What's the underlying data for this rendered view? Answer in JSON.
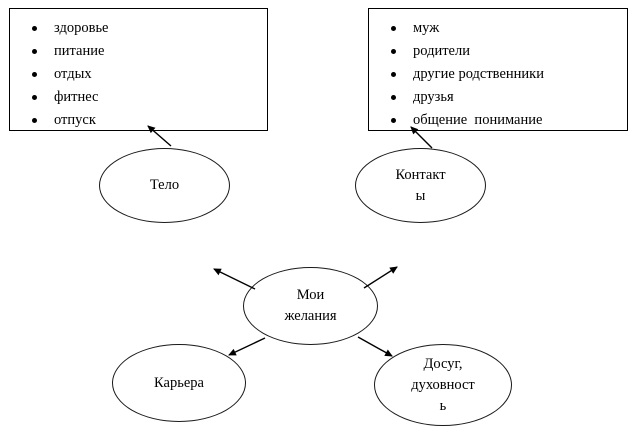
{
  "diagram": {
    "title": "Мои желания",
    "boxes": [
      {
        "name": "body-list",
        "items": [
          "здоровье",
          "питание",
          "отдых",
          "фитнес",
          "отпуск"
        ]
      },
      {
        "name": "social-list",
        "items": [
          "муж",
          "родители",
          "другие родственники",
          "друзья",
          "общение  понимание"
        ]
      }
    ],
    "nodes": {
      "body": {
        "line1": "Тело"
      },
      "contacts": {
        "line1": "Контакт",
        "line2": "ы"
      },
      "wishes": {
        "line1": "Мои",
        "line2": "желания"
      },
      "career": {
        "line1": "Карьера"
      },
      "leisure": {
        "line1": "Досуг,",
        "line2": "духовност",
        "line3": "ь"
      }
    },
    "colors": {
      "stroke": "#000000",
      "ellipse_stroke": "#1a1a1a",
      "background": "#ffffff",
      "text": "#000000"
    }
  }
}
